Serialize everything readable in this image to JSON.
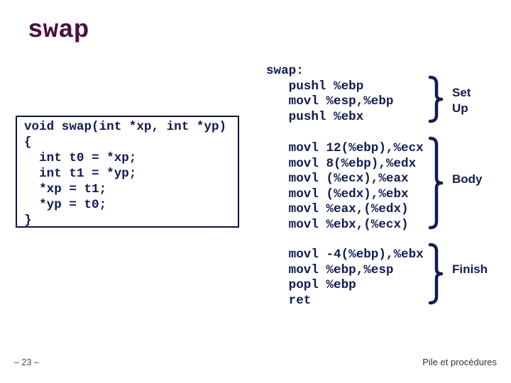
{
  "slide": {
    "title": "swap",
    "page_number": "– 23 –",
    "footer": "Pile et procédures"
  },
  "colors": {
    "title_maroon": "#4b0e43",
    "code_navy": "#101a52",
    "box_border_navy": "#0d1342",
    "label_navy": "#131c4f",
    "footer_left": "#5a4556",
    "footer_right": "#3e2e38",
    "background": "#ffffff"
  },
  "c_code": {
    "lines": [
      "void swap(int *xp, int *yp)",
      "{",
      "  int t0 = *xp;",
      "  int t1 = *yp;",
      "  *xp = t1;",
      "  *yp = t0;",
      "}"
    ]
  },
  "assembly": {
    "setup": {
      "label_line1": "Set",
      "label_line2": "Up",
      "lines": [
        "swap:",
        "   pushl %ebp",
        "   movl %esp,%ebp",
        "   pushl %ebx"
      ]
    },
    "body": {
      "label": "Body",
      "lines": [
        "   movl 12(%ebp),%ecx",
        "   movl 8(%ebp),%edx",
        "   movl (%ecx),%eax",
        "   movl (%edx),%ebx",
        "   movl %eax,(%edx)",
        "   movl %ebx,(%ecx)"
      ]
    },
    "finish": {
      "label": "Finish",
      "lines": [
        "   movl -4(%ebp),%ebx",
        "   movl %ebp,%esp",
        "   popl %ebp",
        "   ret"
      ]
    }
  }
}
